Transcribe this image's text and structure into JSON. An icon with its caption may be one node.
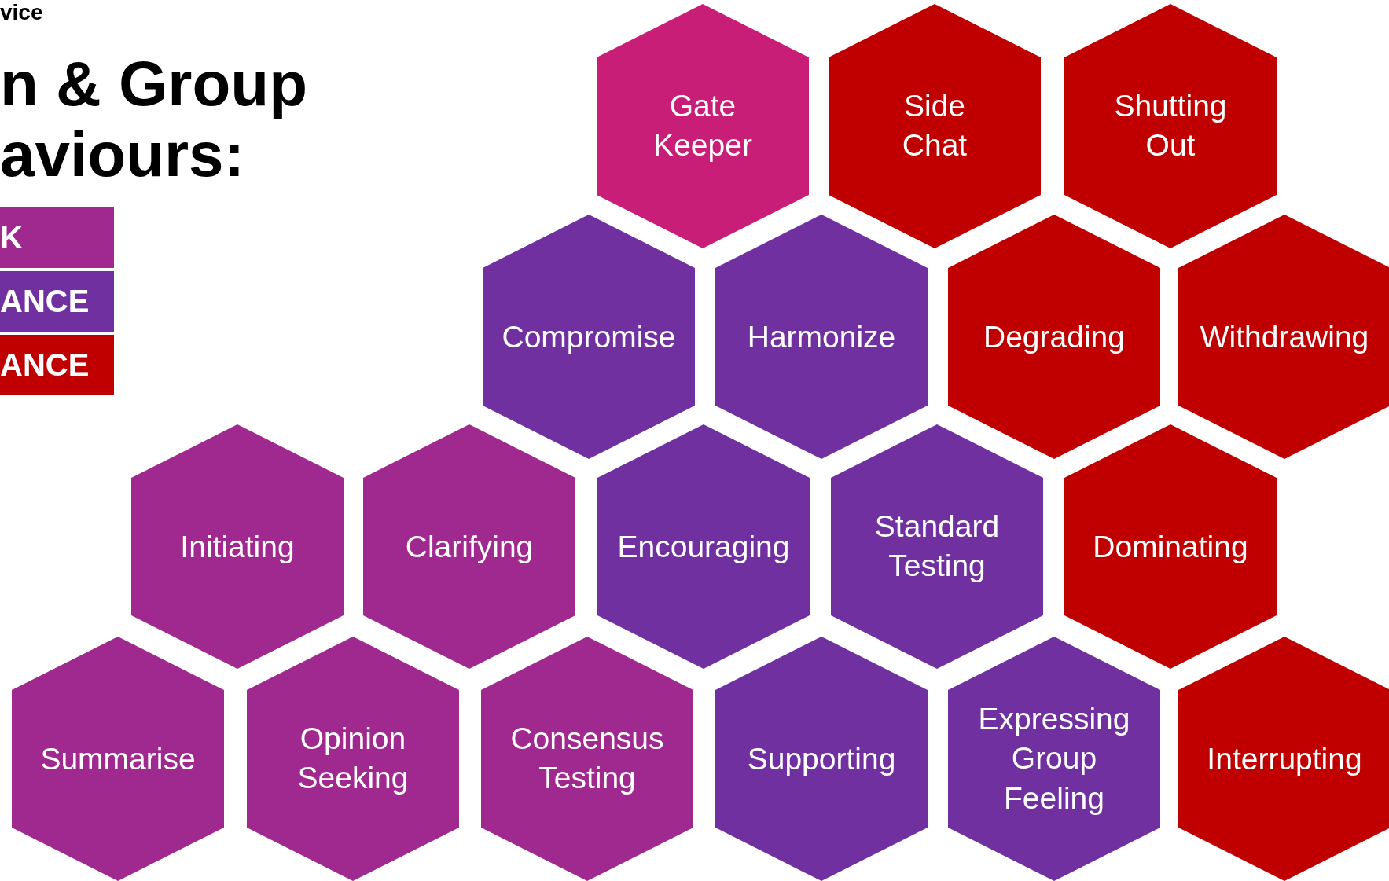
{
  "diagram": {
    "title": "n & Group aviours:",
    "nodes": [
      {
        "text": [
          "Gate Keeper"
        ]
      },
      {
        "text": [
          "Side Chat"
        ]
      },
      {
        "text": [
          "Shutting Out"
        ]
      },
      {
        "text": [
          "Compromise"
        ]
      },
      {
        "text": [
          "Harmonize"
        ]
      },
      {
        "text": [
          "Degrading"
        ]
      },
      {
        "text": [
          "Withdrawing"
        ]
      },
      {
        "text": [
          "Initiating"
        ]
      },
      {
        "text": [
          "Clarifying"
        ]
      },
      {
        "text": [
          "Encouraging"
        ]
      },
      {
        "text": [
          "Standard Testing"
        ]
      },
      {
        "text": [
          "Dominating"
        ]
      },
      {
        "text": [
          "Summarise"
        ]
      },
      {
        "text": [
          "Opinion Seeking"
        ]
      },
      {
        "text": [
          "Consensus Testing"
        ]
      },
      {
        "text": [
          "Supporting"
        ]
      },
      {
        "text": [
          "Expressing Group Feeling"
        ]
      },
      {
        "text": [
          "Interrupting"
        ]
      }
    ],
    "labels": [
      "vice"
    ],
    "legend": [
      {
        "text": "K",
        "color": "#a0298f"
      },
      {
        "text": "ANCE",
        "color": "#7030a0"
      },
      {
        "text": "ANCE",
        "color": "#c00000"
      }
    ]
  }
}
